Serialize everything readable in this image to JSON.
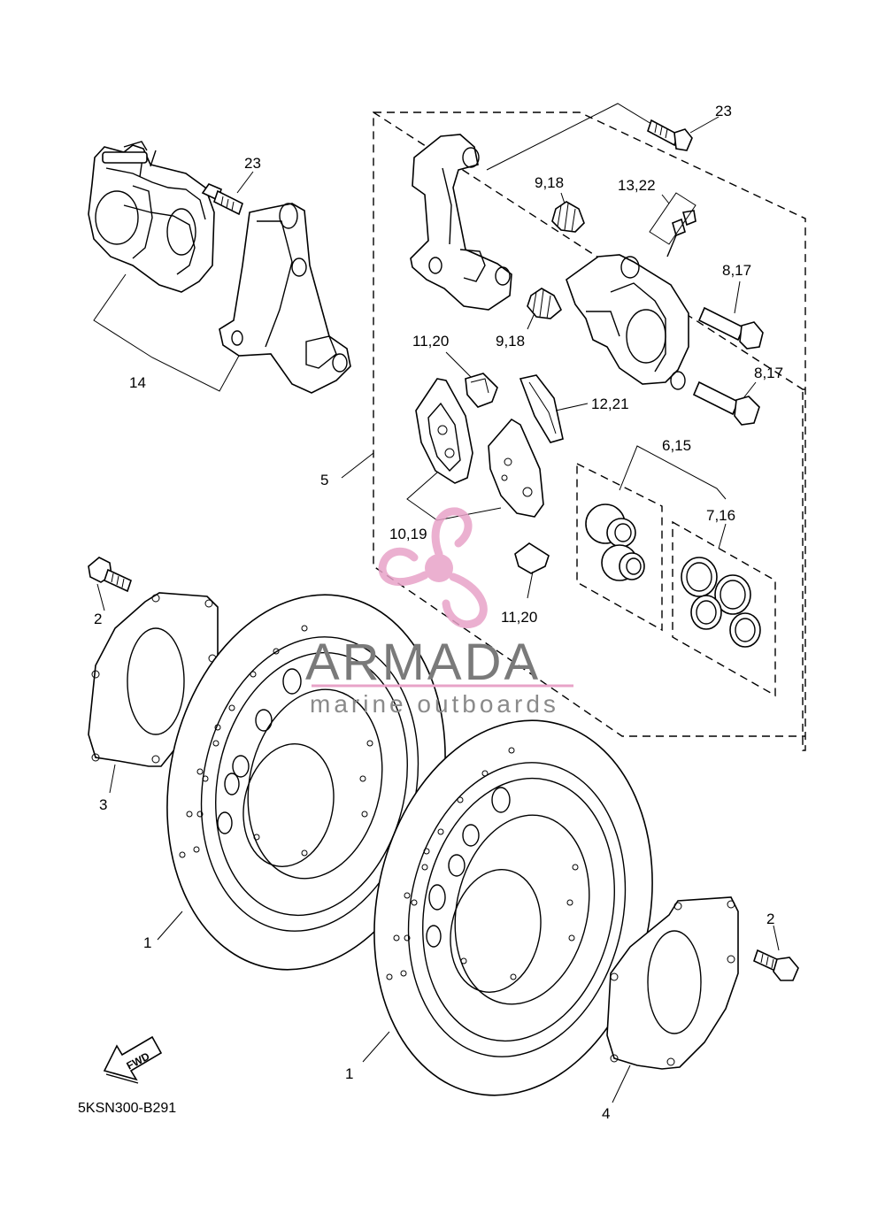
{
  "diagram": {
    "code": "5KSN300-B291",
    "fwd_arrow_text": "FWD",
    "callouts": {
      "c1a": "1",
      "c1b": "1",
      "c2a": "2",
      "c2b": "2",
      "c3": "3",
      "c4": "4",
      "c5": "5",
      "c6_15": "6,15",
      "c7_16": "7,16",
      "c8_17a": "8,17",
      "c8_17b": "8,17",
      "c9_18a": "9,18",
      "c9_18b": "9,18",
      "c10_19": "10,19",
      "c11_20a": "11,20",
      "c11_20b": "11,20",
      "c12_21": "12,21",
      "c13_22": "13,22",
      "c14": "14",
      "c23a": "23",
      "c23b": "23"
    }
  },
  "watermark": {
    "title": "ARMADA",
    "subtitle": "marine outboards",
    "logo_color": "#e8a3c8"
  }
}
